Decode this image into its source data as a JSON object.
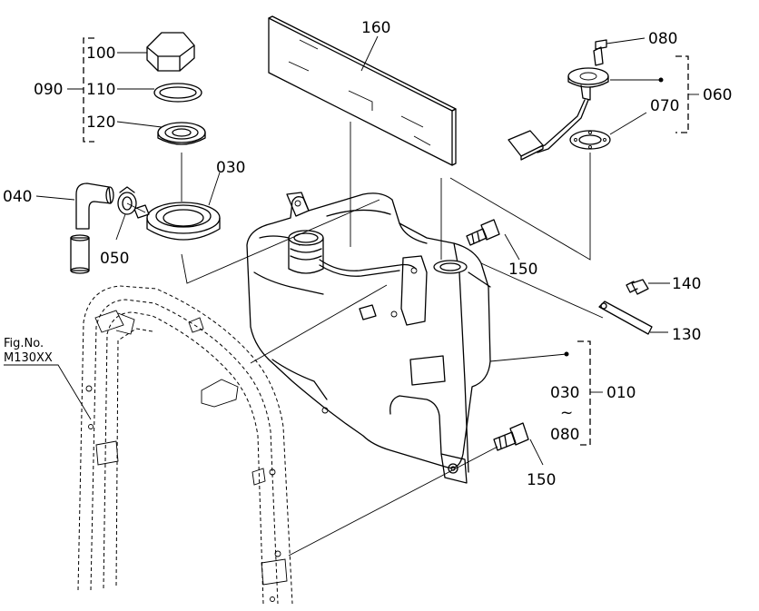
{
  "figure_ref": {
    "line1": "Fig.No.",
    "line2": "M130XX"
  },
  "callouts": {
    "p010": "010",
    "p030": "030",
    "p030_range_start": "030",
    "p030_range_sep": "~",
    "p030_range_end": "080",
    "p040": "040",
    "p050": "050",
    "p060": "060",
    "p070": "070",
    "p080": "080",
    "p090": "090",
    "p100": "100",
    "p110": "110",
    "p120": "120",
    "p130": "130",
    "p140": "140",
    "p150_top": "150",
    "p150_bottom": "150",
    "p160": "160"
  },
  "colors": {
    "ink": "#000000",
    "paper": "#ffffff"
  }
}
